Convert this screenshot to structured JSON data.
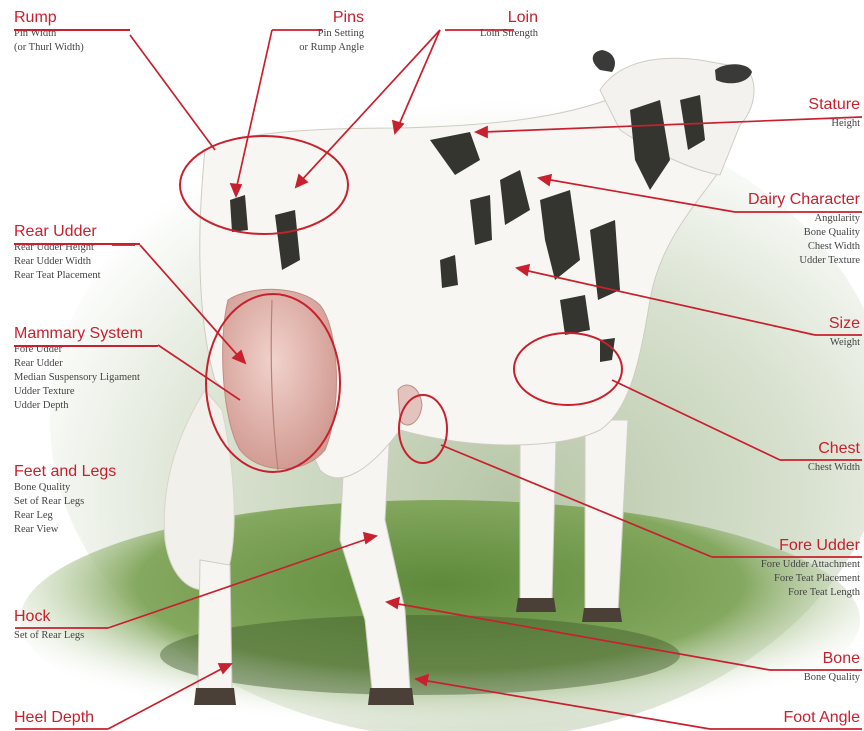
{
  "accent_color": "#c8202e",
  "labels": {
    "rump": {
      "title": "Rump",
      "lines": [
        "Pin Width",
        "(or Thurl Width)"
      ]
    },
    "pins": {
      "title": "Pins",
      "lines": [
        "Pin Setting",
        "or Rump Angle"
      ]
    },
    "loin": {
      "title": "Loin",
      "lines": [
        "Loin Strength"
      ]
    },
    "stature": {
      "title": "Stature",
      "lines": [
        "Height"
      ]
    },
    "dairy_character": {
      "title": "Dairy Character",
      "lines": [
        "Angularity",
        "Bone Quality",
        "Chest Width",
        "Udder Texture"
      ]
    },
    "rear_udder": {
      "title": "Rear Udder",
      "lines": [
        "Rear Udder Height",
        "Rear Udder Width",
        "Rear Teat Placement"
      ]
    },
    "mammary_system": {
      "title": "Mammary System",
      "lines": [
        "Fore Udder",
        "Rear Udder",
        "Median Suspensory Ligament",
        "Udder Texture",
        "Udder Depth"
      ]
    },
    "size": {
      "title": "Size",
      "lines": [
        "Weight"
      ]
    },
    "chest": {
      "title": "Chest",
      "lines": [
        "Chest Width"
      ]
    },
    "feet_and_legs": {
      "title": "Feet and Legs",
      "lines": [
        "Bone Quality",
        "Set of Rear Legs",
        "Rear Leg",
        "Rear View"
      ]
    },
    "fore_udder": {
      "title": "Fore Udder",
      "lines": [
        "Fore Udder Attachment",
        "Fore Teat Placement",
        "Fore Teat Length"
      ]
    },
    "hock": {
      "title": "Hock",
      "lines": [
        "Set of Rear Legs"
      ]
    },
    "bone": {
      "title": "Bone",
      "lines": [
        "Bone Quality"
      ]
    },
    "heel_depth": {
      "title": "Heel Depth",
      "lines": []
    },
    "foot_angle": {
      "title": "Foot Angle",
      "lines": []
    }
  }
}
